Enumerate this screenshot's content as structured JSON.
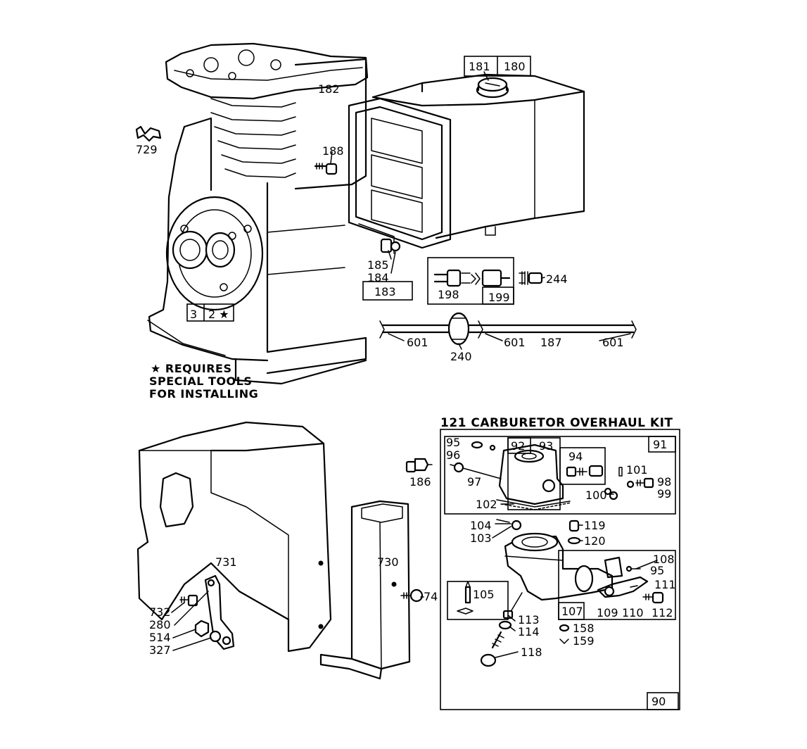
{
  "note": {
    "line1": "★ REQUIRES",
    "line2": "SPECIAL TOOLS",
    "line3": "FOR INSTALLING"
  },
  "kit": {
    "title": "121 CARBURETOR OVERHAUL KIT"
  },
  "parts": {
    "p729": "729",
    "p182": "182",
    "p188": "188",
    "p181": "181",
    "p180": "180",
    "p185": "185",
    "p184": "184",
    "p183": "183",
    "p198": "198",
    "p199": "199",
    "p244": "244",
    "p3": "3",
    "p2": "2 ★",
    "p601a": "601",
    "p601b": "601",
    "p601c": "601",
    "p187": "187",
    "p240": "240",
    "p186": "186",
    "p91": "91",
    "p95a": "95",
    "p96": "96",
    "p97": "97",
    "p92": "92",
    "p93": "93",
    "p94": "94",
    "p101": "101",
    "p98": "98",
    "p99": "99",
    "p100": "100",
    "p102": "102",
    "p104": "104",
    "p103": "103",
    "p119": "119",
    "p120": "120",
    "p108": "108",
    "p95b": "95",
    "p111": "111",
    "p105": "105",
    "p107": "107",
    "p109": "109",
    "p110": "110",
    "p112": "112",
    "p113": "113",
    "p114": "114",
    "p158": "158",
    "p159": "159",
    "p118": "118",
    "p90": "90",
    "p731": "731",
    "p730": "730",
    "p74": "74",
    "p732": "732",
    "p280": "280",
    "p514": "514",
    "p327": "327"
  }
}
